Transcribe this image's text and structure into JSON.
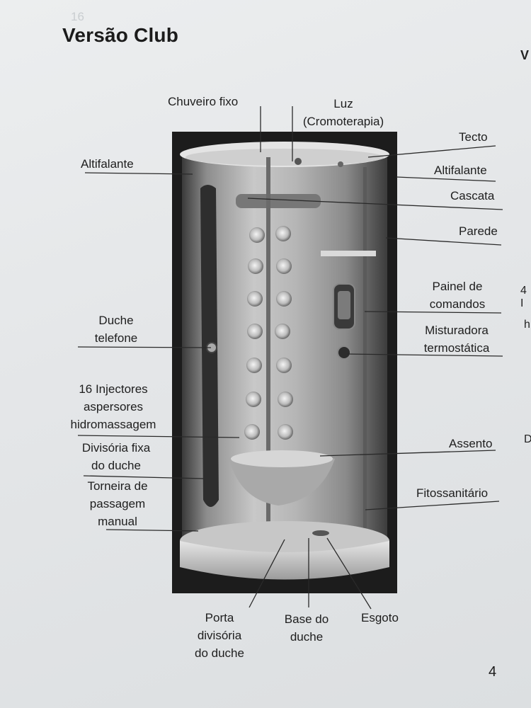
{
  "title": "Versão Club",
  "edge_fragments": {
    "top_right": "V",
    "right_1": "4 I",
    "right_2": "h",
    "right_3": "D"
  },
  "page_number": "4",
  "labels": {
    "chuveiro_fixo": "Chuveiro fixo",
    "luz": "Luz\n(Cromoterapia)",
    "tecto": "Tecto",
    "altifalante_left": "Altifalante",
    "altifalante_right": "Altifalante",
    "cascata": "Cascata",
    "parede": "Parede",
    "painel": "Painel de\ncomandos",
    "duche_telefone": "Duche\ntelefone",
    "misturadora": "Misturadora\ntermostática",
    "injectores": "16 Injectores\naspersores\nhidromassagem",
    "divisoria_fixa": "Divisória fixa\ndo duche",
    "torneira": "Torneira de\npassagem\nmanual",
    "assento": "Assento",
    "fitossanitario": "Fitossanitário",
    "porta": "Porta\ndivisória\ndo duche",
    "base": "Base do\nduche",
    "esgoto": "Esgoto"
  },
  "image": {
    "icon": "shower-cabin-photo"
  }
}
